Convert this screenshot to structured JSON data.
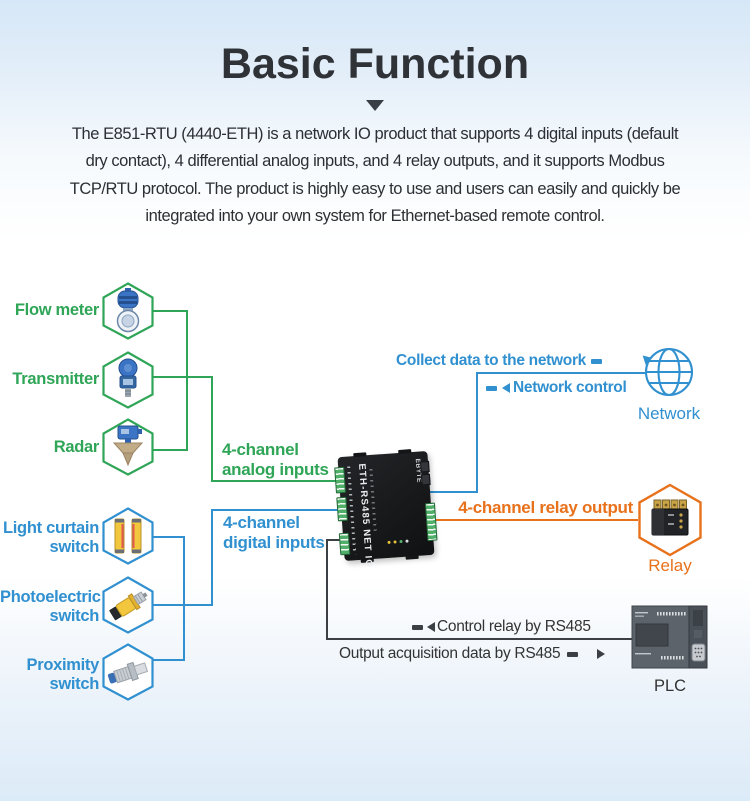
{
  "header": {
    "title": "Basic Function",
    "description_lines": [
      "The E851-RTU (4440-ETH) is a network IO product that supports 4 digital inputs (default",
      "dry contact), 4 differential analog inputs, and 4 relay outputs, and it supports Modbus",
      "TCP/RTU protocol. The product is highly easy to use and users can easily and quickly be",
      "integrated into your own system for Ethernet-based remote control."
    ]
  },
  "diagram": {
    "analog": {
      "group_label_line1": "4-channel",
      "group_label_line2": "analog inputs",
      "devices": [
        {
          "label": "Flow meter",
          "icon": "flow-meter-icon"
        },
        {
          "label": "Transmitter",
          "icon": "pressure-transmitter-icon"
        },
        {
          "label": "Radar",
          "icon": "radar-level-sensor-icon"
        }
      ]
    },
    "digital": {
      "group_label_line1": "4-channel",
      "group_label_line2": "digital inputs",
      "devices": [
        {
          "label_line1": "Light curtain",
          "label_line2": "switch",
          "icon": "light-curtain-icon"
        },
        {
          "label_line1": "Photoelectric",
          "label_line2": "switch",
          "icon": "photoelectric-switch-icon"
        },
        {
          "label_line1": "Proximity",
          "label_line2": "switch",
          "icon": "proximity-switch-icon"
        }
      ]
    },
    "controller": {
      "model_text": "ETH-RS485 NET IO",
      "brand": "EBYTE"
    },
    "network": {
      "collect_label": "Collect data to the network",
      "control_label": "Network control",
      "node_label": "Network",
      "icon": "globe-icon"
    },
    "relay": {
      "output_label": "4-channel relay output",
      "node_label": "Relay",
      "icon": "relay-icon"
    },
    "plc": {
      "control_label": "Control relay by RS485",
      "output_label": "Output acquisition data by RS485",
      "node_label": "PLC",
      "icon": "plc-icon"
    },
    "colors": {
      "analog_green": "#2fa557",
      "digital_blue": "#3090d0",
      "relay_orange": "#e8711b",
      "dark_text": "#333333"
    }
  }
}
